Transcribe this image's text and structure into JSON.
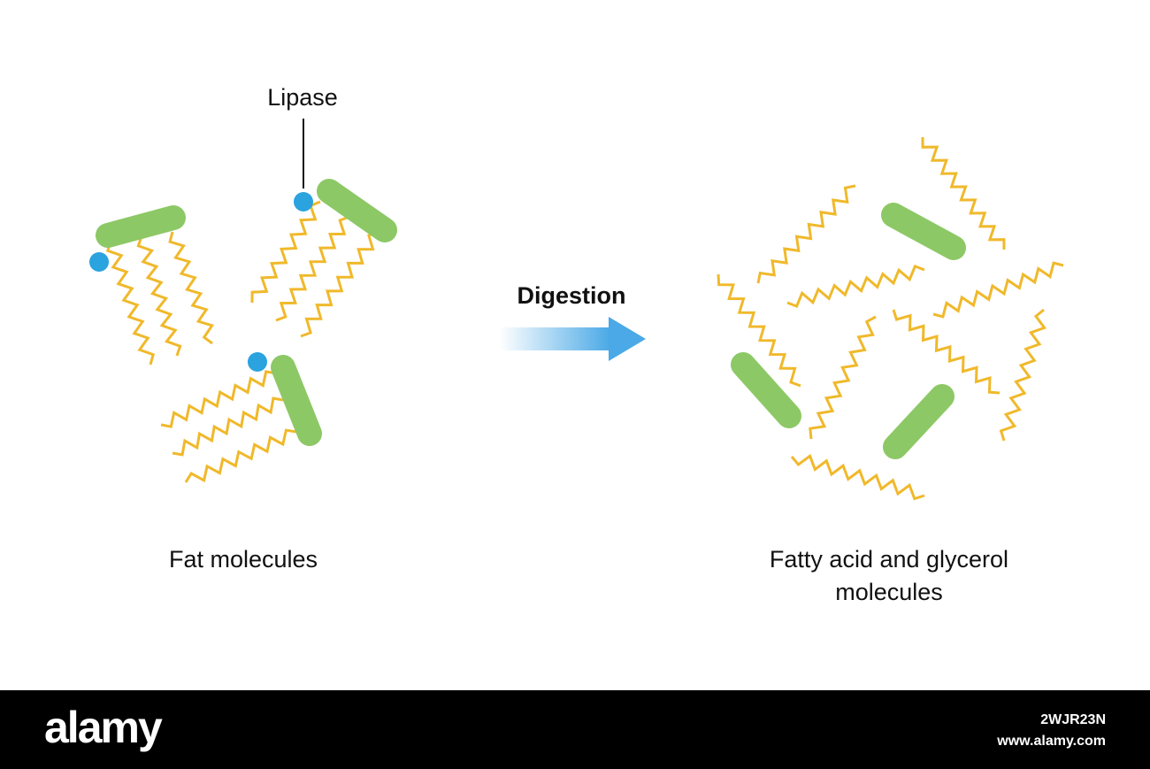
{
  "diagram": {
    "lipase_label": "Lipase",
    "process_label": "Digestion",
    "before_label": "Fat molecules",
    "after_label_line1": "Fatty acid and glycerol",
    "after_label_line2": "molecules"
  },
  "colors": {
    "glycerol": "#8dc866",
    "fatty_acid": "#f0b92b",
    "lipase": "#2aa3df",
    "arrow": "#4aa9e6",
    "text": "#111111",
    "footer_background": "#000000"
  },
  "footer": {
    "brand": "alamy",
    "image_id": "2WJR23N",
    "site": "www.alamy.com"
  }
}
